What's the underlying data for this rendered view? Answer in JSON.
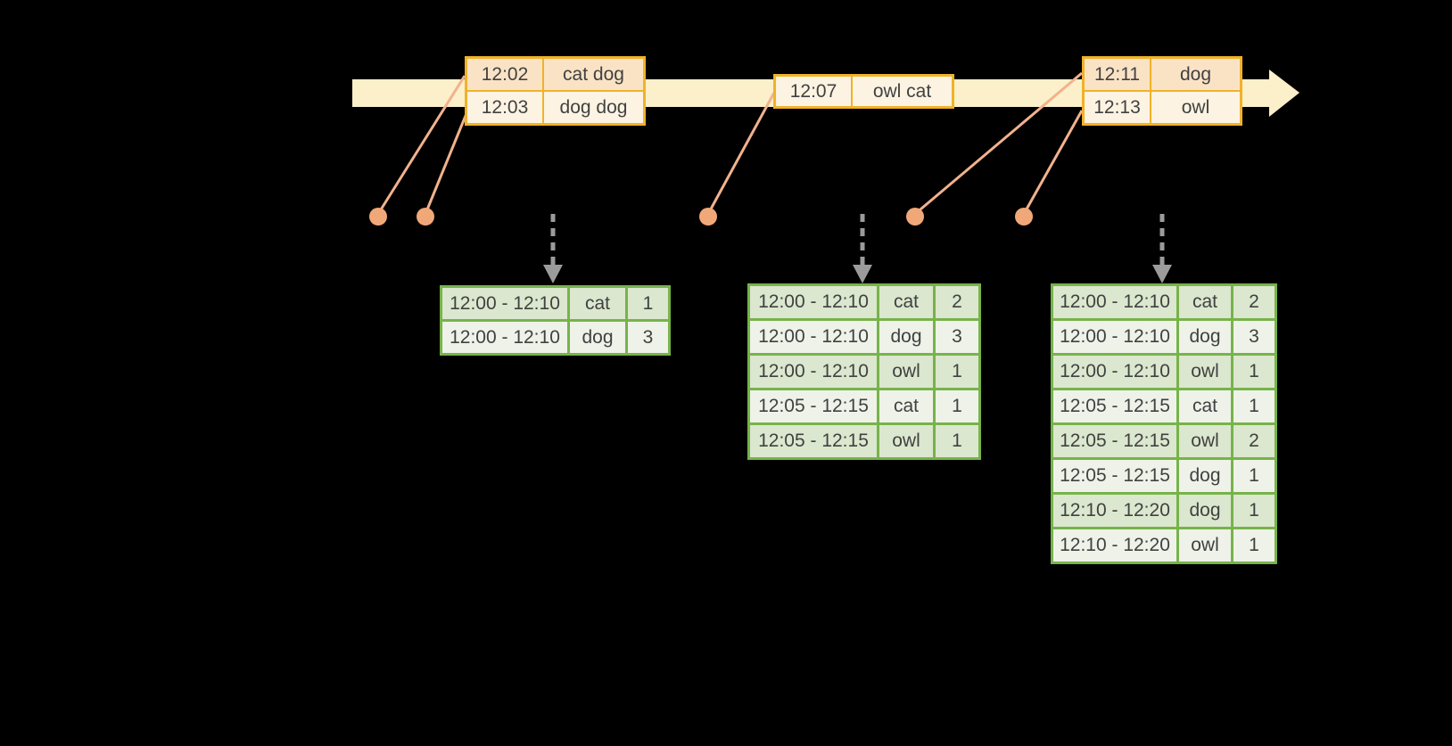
{
  "colors": {
    "background": "#000000",
    "timeline_fill": "#FBF0C9",
    "event_border": "#F1B229",
    "event_row_dark": "#FAE3C5",
    "event_row_light": "#FCF3E2",
    "connector": "#F2B28C",
    "dot": "#F1A878",
    "trigger_arrow": "#9B9B9B",
    "result_border": "#77B34A",
    "result_row_dark": "#DBE7CE",
    "result_row_light": "#EEF2E9",
    "text": "#414141"
  },
  "event_tables": [
    {
      "rows": [
        {
          "time": "12:02",
          "words": "cat dog"
        },
        {
          "time": "12:03",
          "words": "dog dog"
        }
      ]
    },
    {
      "rows": [
        {
          "time": "12:07",
          "words": "owl cat"
        }
      ]
    },
    {
      "rows": [
        {
          "time": "12:11",
          "words": "dog"
        },
        {
          "time": "12:13",
          "words": "owl"
        }
      ]
    }
  ],
  "result_tables": [
    {
      "rows": [
        {
          "window": "12:00 - 12:10",
          "word": "cat",
          "count": "1"
        },
        {
          "window": "12:00 - 12:10",
          "word": "dog",
          "count": "3"
        }
      ]
    },
    {
      "rows": [
        {
          "window": "12:00 - 12:10",
          "word": "cat",
          "count": "2"
        },
        {
          "window": "12:00 - 12:10",
          "word": "dog",
          "count": "3"
        },
        {
          "window": "12:00 - 12:10",
          "word": "owl",
          "count": "1"
        },
        {
          "window": "12:05 - 12:15",
          "word": "cat",
          "count": "1"
        },
        {
          "window": "12:05 - 12:15",
          "word": "owl",
          "count": "1"
        }
      ]
    },
    {
      "rows": [
        {
          "window": "12:00 - 12:10",
          "word": "cat",
          "count": "2"
        },
        {
          "window": "12:00 - 12:10",
          "word": "dog",
          "count": "3"
        },
        {
          "window": "12:00 - 12:10",
          "word": "owl",
          "count": "1"
        },
        {
          "window": "12:05 - 12:15",
          "word": "cat",
          "count": "1"
        },
        {
          "window": "12:05 - 12:15",
          "word": "owl",
          "count": "2"
        },
        {
          "window": "12:05 - 12:15",
          "word": "dog",
          "count": "1"
        },
        {
          "window": "12:10 - 12:20",
          "word": "dog",
          "count": "1"
        },
        {
          "window": "12:10 - 12:20",
          "word": "owl",
          "count": "1"
        }
      ]
    }
  ]
}
